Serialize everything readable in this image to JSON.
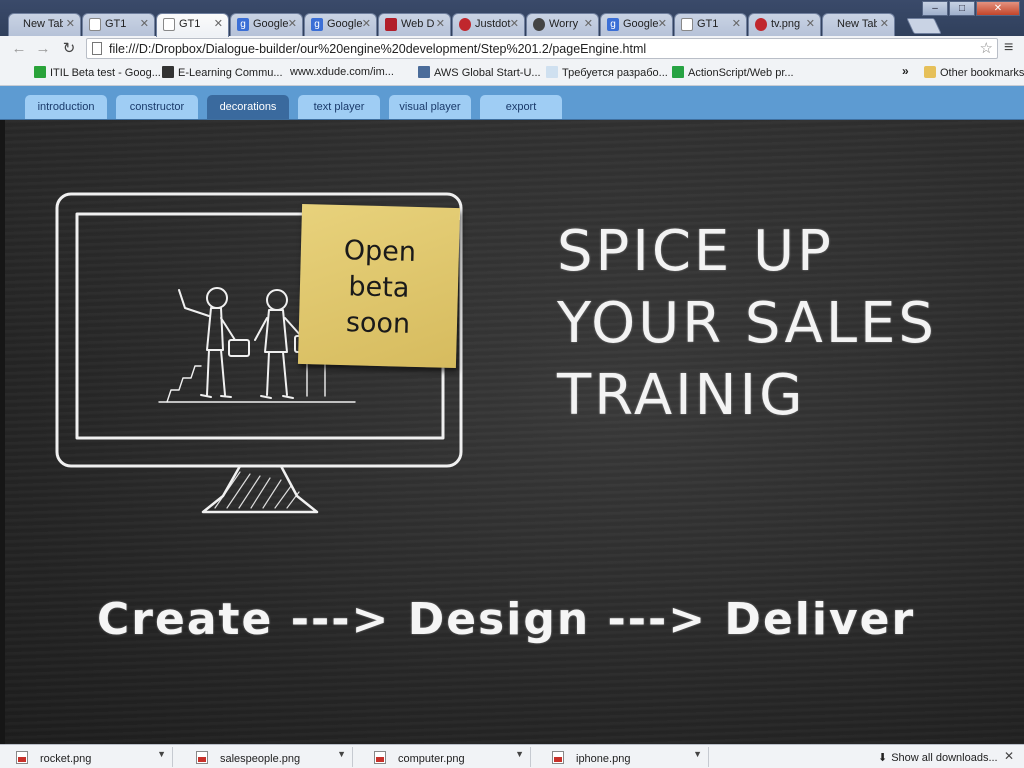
{
  "browser": {
    "tabs": [
      {
        "label": "New Tab",
        "icon": "none",
        "active": false
      },
      {
        "label": "GT1",
        "icon": "page",
        "active": false
      },
      {
        "label": "GT1",
        "icon": "page",
        "active": true
      },
      {
        "label": "Google",
        "icon": "google",
        "active": false
      },
      {
        "label": "Google",
        "icon": "google",
        "active": false
      },
      {
        "label": "Web D",
        "icon": "red",
        "active": false
      },
      {
        "label": "Justdot",
        "icon": "reddot",
        "active": false
      },
      {
        "label": "Worry",
        "icon": "dark",
        "active": false
      },
      {
        "label": "Google",
        "icon": "google",
        "active": false
      },
      {
        "label": "GT1",
        "icon": "page",
        "active": false
      },
      {
        "label": "tv.png",
        "icon": "reddot",
        "active": false
      },
      {
        "label": "New Tab",
        "icon": "none",
        "active": false
      }
    ],
    "address": {
      "url": "file:///D:/Dropbox/Dialogue-builder/our%20engine%20development/Step%201.2/pageEngine.html"
    },
    "bookmarks": [
      {
        "label": "ITIL Beta test - Goog...",
        "icon": "green"
      },
      {
        "label": "E-Learning Commu...",
        "icon": "logo"
      },
      {
        "label": "www.xdude.com/im...",
        "icon": "page"
      },
      {
        "label": "AWS Global Start-U...",
        "icon": "h"
      },
      {
        "label": "Требуется разрабо...",
        "icon": "light"
      },
      {
        "label": "ActionScript/Web pr...",
        "icon": "gsquare"
      }
    ],
    "other_bookmarks": "Other bookmarks",
    "downloads": [
      {
        "name": "rocket.png"
      },
      {
        "name": "salespeople.png"
      },
      {
        "name": "computer.png"
      },
      {
        "name": "iphone.png"
      }
    ],
    "show_all_downloads": "Show all downloads..."
  },
  "page": {
    "nav": [
      {
        "label": "introduction",
        "active": false
      },
      {
        "label": "constructor",
        "active": false
      },
      {
        "label": "decorations",
        "active": true
      },
      {
        "label": "text player",
        "active": false
      },
      {
        "label": "visual player",
        "active": false
      },
      {
        "label": "export",
        "active": false
      }
    ],
    "sticky_note": {
      "line1": "Open",
      "line2": "beta",
      "line3": "soon"
    },
    "headline": {
      "line1": "SPICE UP",
      "line2": "YOUR SALES",
      "line3": "TRAINIG"
    },
    "tagline": "Create ---> Design ---> Deliver"
  },
  "colors": {
    "nav_bar": "#5d9bd2",
    "nav_tab": "#9fcdf4",
    "nav_tab_active": "#3a6a9e",
    "chalkboard": "#2a2a2a",
    "sticky_note": "#e2c86e"
  }
}
